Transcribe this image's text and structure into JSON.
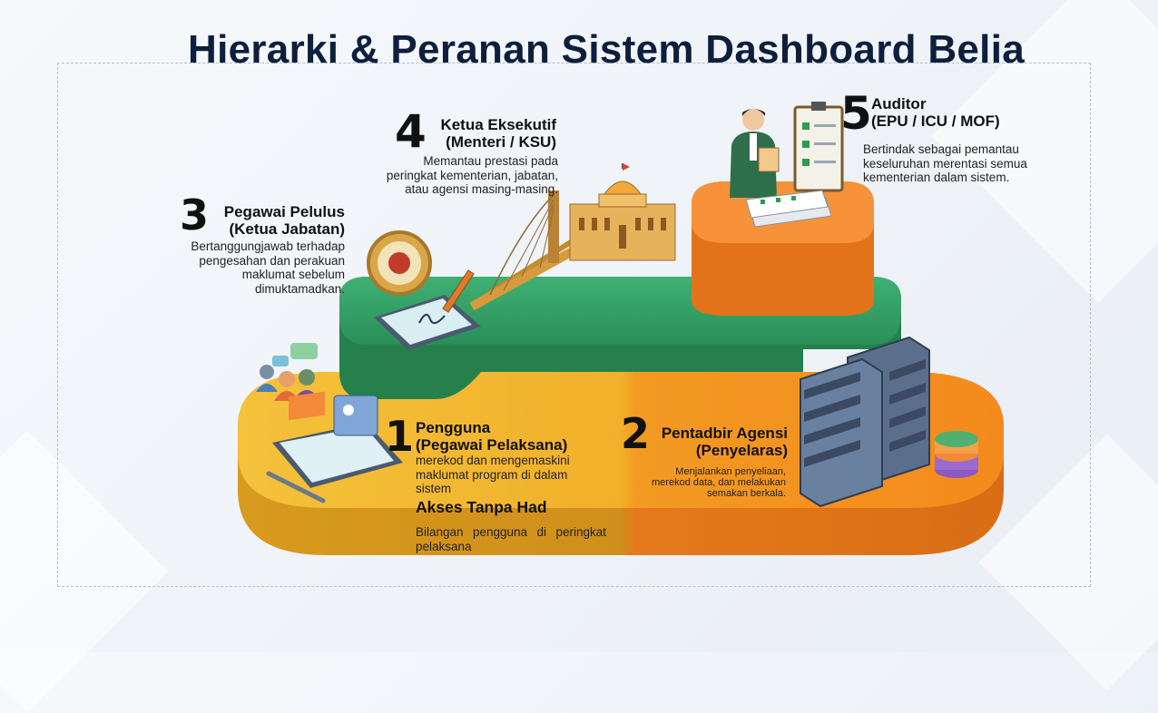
{
  "title": "Hierarki & Peranan Sistem Dashboard Belia",
  "tiers": [
    {
      "number": "1",
      "heading_line1": "Pengguna",
      "heading_line2": "(Pegawai Pelaksana)",
      "description": "merekod dan mengemaskini maklumat program di dalam sistem",
      "subheading": "Akses Tanpa Had",
      "subdescription": "Bilangan pengguna di peringkat pelaksana"
    },
    {
      "number": "2",
      "heading_line1": "Pentadbir Agensi",
      "heading_line2": "(Penyelaras)",
      "description": "Menjalankan penyeliaan, merekod data, dan melakukan semakan berkala."
    },
    {
      "number": "3",
      "heading_line1": "Pegawai Pelulus",
      "heading_line2": "(Ketua Jabatan)",
      "description": "Bertanggungjawab terhadap pengesahan dan perakuan maklumat sebelum dimuktamadkan."
    },
    {
      "number": "4",
      "heading_line1": "Ketua Eksekutif",
      "heading_line2": "(Menteri / KSU)",
      "description": "Memantau prestasi pada peringkat kementerian, jabatan, atau agensi masing-masing."
    },
    {
      "number": "5",
      "heading_line1": "Auditor",
      "heading_line2": "(EPU / ICU / MOF)",
      "description": "Bertindak sebagai pemantau keseluruhan merentasi semua kementerian dalam sistem."
    }
  ],
  "colors": {
    "title": "#0e1f3d",
    "tier_base_yellow": "#f2b630",
    "tier_base_orange": "#f08a1e",
    "tier_green": "#2f9e62",
    "tier_top_orange": "#f5871f"
  }
}
